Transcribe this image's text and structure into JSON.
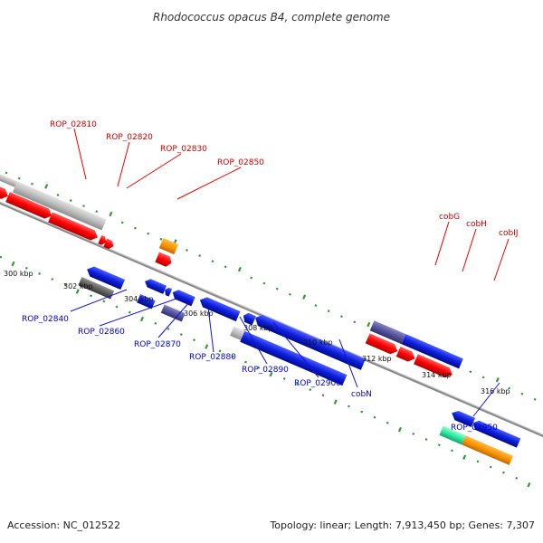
{
  "title": "Rhodococcus opacus B4, complete genome",
  "footer": {
    "accession": "Accession: NC_012522",
    "summary": "Topology: linear; Length: 7,913,450 bp; Genes: 7,307"
  },
  "colors": {
    "forward_label": "#cc0000",
    "reverse_label": "#0000cc",
    "tick_mark": "#339933",
    "backbone": "#888888"
  },
  "axis": {
    "tick_labels": [
      "300 kbp",
      "302 kbp",
      "304 kbp",
      "306 kbp",
      "308 kbp",
      "310 kbp",
      "312 kbp",
      "314 kbp",
      "316 kbp"
    ]
  },
  "forward_labels": [
    "ROP_02810",
    "ROP_02820",
    "ROP_02830",
    "ROP_02850",
    "cobG",
    "cobH",
    "cobIJ"
  ],
  "reverse_labels": [
    "ROP_02840",
    "ROP_02860",
    "ROP_02870",
    "ROP_02880",
    "ROP_02890",
    "ROP_02900",
    "cobN",
    "ROP_02950"
  ]
}
